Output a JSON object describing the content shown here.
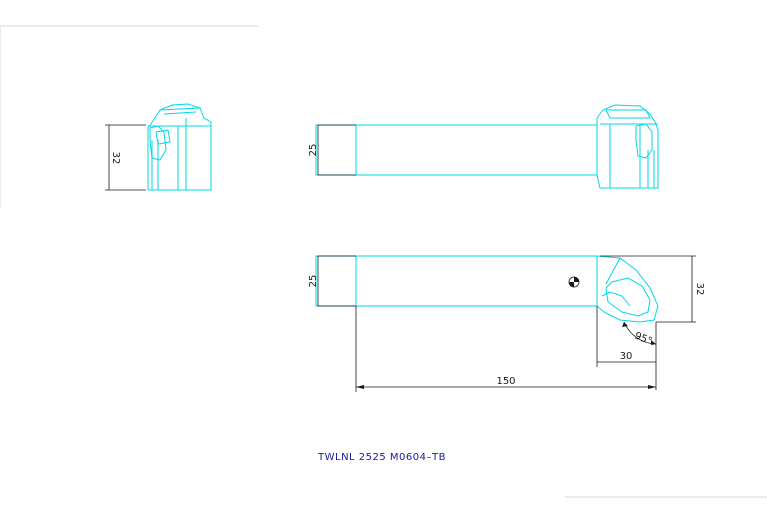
{
  "dimensions": {
    "end_view_height": "32",
    "side_view_height": "25",
    "top_view_height": "25",
    "top_view_width": "32",
    "approach_angle": "95°",
    "head_length": "30",
    "overall_length": "150"
  },
  "part_label": "TWLNL  2525  M0604–TB",
  "colors": {
    "outline": "#00d8e6",
    "dimension": "#1a1a1a",
    "label": "#1a1aa0"
  }
}
